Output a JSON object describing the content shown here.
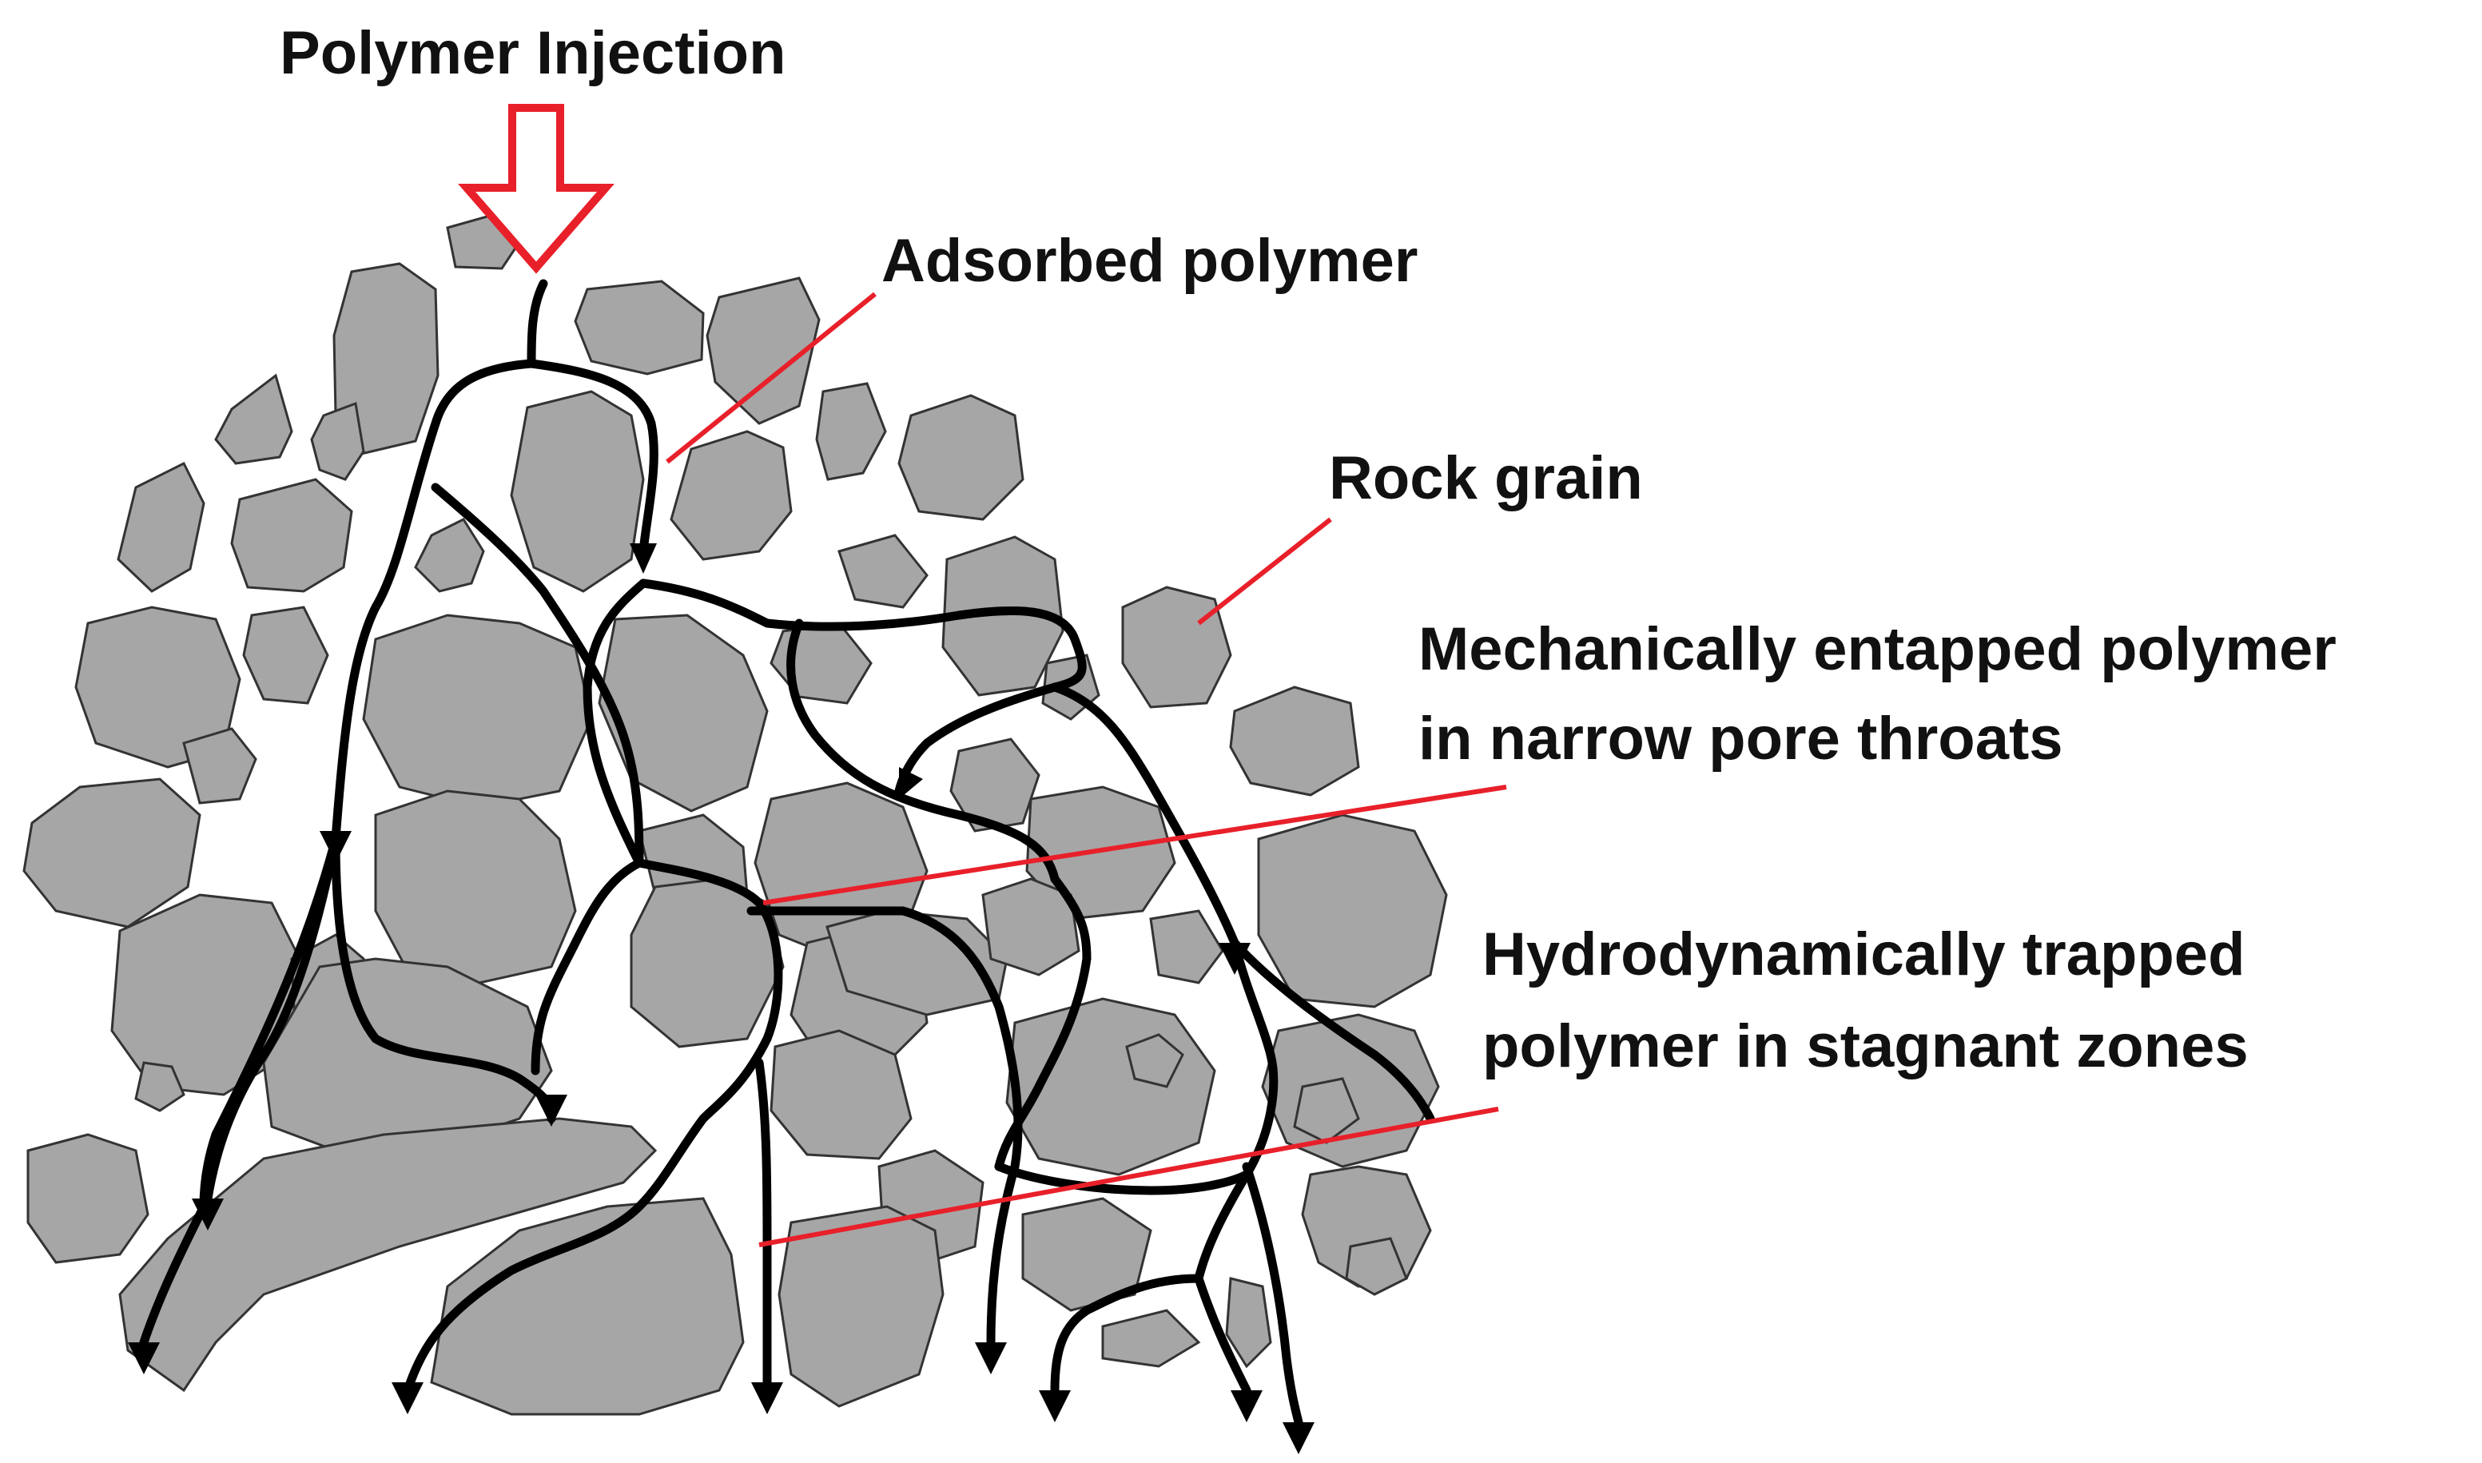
{
  "labels": {
    "injection": "Polymer Injection",
    "adsorbed": "Adsorbed polymer",
    "rock_grain": "Rock grain",
    "mechanical_line1": "Mechanically entapped polymer",
    "mechanical_line2": "in narrow pore throats",
    "hydro_line1": "Hydrodynamically trapped",
    "hydro_line2": "polymer in stagnant zones"
  },
  "colors": {
    "grain_fill": "#a6a6a6",
    "grain_outline": "#333333",
    "flow_path": "#000000",
    "leader_line": "#e8202a",
    "injection_arrow": "#e8202a"
  },
  "icons": {
    "injection_arrow": "hollow-down-arrow-icon",
    "flow_arrowhead": "arrowhead-down-icon"
  }
}
